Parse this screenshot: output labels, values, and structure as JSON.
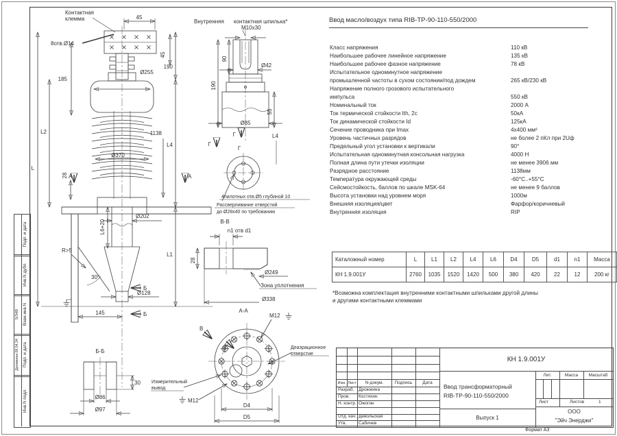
{
  "header": {
    "title": "Ввод масло/воздух  типа RIB-ТР-90-110-550/2000"
  },
  "specs": {
    "rows": [
      {
        "label": "Класс напряжения",
        "label2": "",
        "value": "110 кВ"
      },
      {
        "label": "Наибольшее рабочее линейное напряжение",
        "label2": "",
        "value": "135 кВ"
      },
      {
        "label": "Наибольшее рабочее фазное напряжение",
        "label2": "",
        "value": "78 кВ"
      },
      {
        "label": "Испытательное одноминутное напряжение",
        "label2": "промышленной частоты в сухом состоянии/под дождем",
        "value": "265 кВ/230 кВ"
      },
      {
        "label": "Напряжение полного грозового испытательного",
        "label2": "импульса",
        "value": "550 кВ"
      },
      {
        "label": "Номинальный ток",
        "label2": "",
        "value": "2000 А"
      },
      {
        "label": "Ток термической стойкости Ith, 2с",
        "label2": "",
        "value": "50кА"
      },
      {
        "label": "Ток динамической стойкости Id",
        "label2": "",
        "value": "125кА"
      },
      {
        "label": "Сечение проводника при Imax",
        "label2": "",
        "value": "4х400 мм²"
      },
      {
        "label": "Уровень частичных разрядов",
        "label2": "",
        "value": "не более 2 пКл при 2Uф"
      },
      {
        "label": "Предельный угол установки к вертикали",
        "label2": "",
        "value": "90°"
      },
      {
        "label": "Испытательная одноминутная консольная нагрузка",
        "label2": "",
        "value": "4000 Н"
      },
      {
        "label": "Полная длина пути утечки изоляции",
        "label2": "",
        "value": "не менее 3906 мм"
      },
      {
        "label": "Разрядное расстояние",
        "label2": "",
        "value": "1138мм"
      },
      {
        "label": "Температура окружающей среды",
        "label2": "",
        "value": "-60°С..+55°С"
      },
      {
        "label": "Сейсмостойкость, баллов по шкале MSK-64",
        "label2": "",
        "value": "не менее 9 баллов"
      },
      {
        "label": "Высота установки над уровнем моря",
        "label2": "",
        "value": "1000м"
      },
      {
        "label": "Внешняя изоляция/цвет",
        "label2": "",
        "value": "Фарфор/коричневый"
      },
      {
        "label": "Внутренняя изоляция",
        "label2": "",
        "value": "RIP"
      }
    ]
  },
  "dim_table": {
    "headers": [
      "Каталожный номер",
      "L",
      "L1",
      "L2",
      "L4",
      "L6",
      "D4",
      "D5",
      "d1",
      "n1",
      "Масса"
    ],
    "row": [
      "КН 1.9.001У",
      "2760",
      "1035",
      "1520",
      "1420",
      "500",
      "380",
      "420",
      "22",
      "12",
      "200 кг"
    ]
  },
  "footnote": {
    "line1": "*Возможна комплектация внутренними контактными шпильками другой длины",
    "line2": "и другими контактными клеммами"
  },
  "stamp": {
    "doc_number": "КН 1.9.001У",
    "cols": [
      "Изм.",
      "Лист",
      "N-докум.",
      "Подпись",
      "Дата"
    ],
    "rows": [
      {
        "role": "Разраб.",
        "name": "Дрожжина"
      },
      {
        "role": "Пров.",
        "name": "Костяхин"
      },
      {
        "role": "Н. контр.",
        "name": "Ожогин"
      },
      {
        "role": "",
        "name": ""
      },
      {
        "role": "Отд. кач.",
        "name": "Девольская"
      },
      {
        "role": "Утв.",
        "name": "Сабичев"
      }
    ],
    "title1": "Ввод трансформаторный",
    "title2": "RIB-ТР-90-110-550/2000",
    "issue": "Выпуск 1",
    "lit": "Лит.",
    "mass": "Масса",
    "scale": "Масштаб",
    "sheet": "Лист",
    "sheets": "Листов",
    "sheets_num": "1",
    "company1": "ООО",
    "company2": "\"Эйч Энерджи\"",
    "format": "Формат А3"
  },
  "sidebar": {
    "cells": [
      {
        "label": "Подп. и дата",
        "value": ""
      },
      {
        "label": "Инв.N дубл.",
        "value": ""
      },
      {
        "label": "Взам.инв.N",
        "value": "5/34В"
      },
      {
        "label": "Подп. и дата",
        "value": "Дрожжина 08.04.24"
      },
      {
        "label": "Инв.N подл.",
        "value": ""
      }
    ]
  },
  "dims": {
    "clamp_label1": "Контактная",
    "clamp_label2": "клемма",
    "holes8": "8отв.Ø14",
    "d45_top": "45",
    "d45_side": "45",
    "d185": "185",
    "d190_main": "190",
    "d255": "Ø255",
    "L": "L",
    "L2": "L2",
    "L4_main": "L4",
    "d1138": "1138",
    "d370": "Ø370",
    "d28_main": "28",
    "A_left": "А",
    "A_right": "А",
    "d202": "Ø202",
    "L6_20": "L6+20",
    "R5": "R>5",
    "deg30": "30°",
    "L1": "L1",
    "d128": "Ø128",
    "d145": "145",
    "B_mark1": "Б",
    "B_mark2": "Б",
    "stud_title1": "Внутренняя",
    "stud_title2": "контактная шпилька*",
    "m10x30": "М10х30",
    "d90": "90",
    "d190_stud": "190",
    "d42": "Ø42",
    "d55": "55",
    "d85": "Ø85",
    "G_mark1": "Г",
    "G_mark2": "Г",
    "G_title": "Г",
    "L4_stud": "L4",
    "note_holes": "4пилотных отв.Ø5 глубиной 10",
    "note_drill1": "Рассверливание отверстий",
    "note_drill2": "до Ø28х40 по требованию",
    "VV_title": "В-В",
    "n1_otv": "n1 отв d1",
    "d28_vv": "28",
    "d249": "Ø249",
    "seal_zone": "Зона уплотнения",
    "d338": "Ø338",
    "AA_title": "А-А",
    "m12_top": "М12",
    "V_mark1": "В",
    "V_mark2": "В",
    "deaer1": "Деаэрационное",
    "deaer2": "отверстие",
    "meas1": "Измерительный",
    "meas2": "вывод",
    "m12_bottom": "М12",
    "D4": "D4",
    "D5": "D5",
    "BB_title": "Б-Б",
    "d30": "30",
    "d86": "Ø86",
    "d97": "Ø97"
  }
}
